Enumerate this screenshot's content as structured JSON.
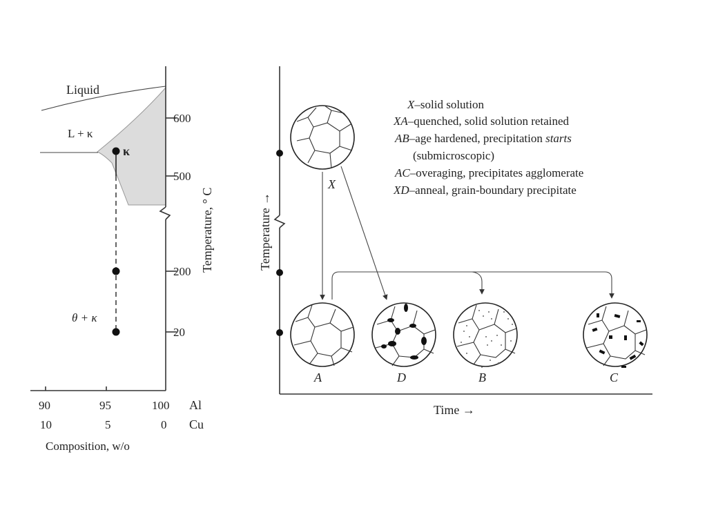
{
  "phase_diagram": {
    "region_labels": {
      "liquid": "Liquid",
      "l_kappa": "L + κ",
      "kappa": "κ",
      "theta_kappa": "θ + κ"
    },
    "temp_ticks": [
      "600",
      "500",
      "200",
      "20"
    ],
    "temp_axis_label": "Temperature, ° C",
    "comp_ticks_al": [
      "90",
      "95",
      "100"
    ],
    "comp_ticks_cu": [
      "10",
      "5",
      "0"
    ],
    "al_label": "Al",
    "cu_label": "Cu",
    "comp_axis_label": "Composition, w/o"
  },
  "process_diagram": {
    "y_axis_label": "Temperature →",
    "x_axis_label": "Time →",
    "structures": [
      {
        "id": "X",
        "label": "X"
      },
      {
        "id": "A",
        "label": "A"
      },
      {
        "id": "D",
        "label": "D"
      },
      {
        "id": "B",
        "label": "B"
      },
      {
        "id": "C",
        "label": "C"
      }
    ],
    "legend": [
      {
        "code": "X",
        "text": "–solid solution"
      },
      {
        "code": "XA",
        "text": "–quenched, solid solution retained"
      },
      {
        "code": "AB",
        "text": "–age hardened, precipitation ",
        "emph": "starts"
      },
      {
        "code": "",
        "text": "(submicroscopic)"
      },
      {
        "code": "AC",
        "text": "–overaging, precipitates agglomerate"
      },
      {
        "code": "XD",
        "text": "–anneal, grain-boundary precipitate"
      }
    ]
  },
  "colors": {
    "background": "#ffffff",
    "ink": "#222222",
    "kappa_region": "#dcdcdc"
  }
}
